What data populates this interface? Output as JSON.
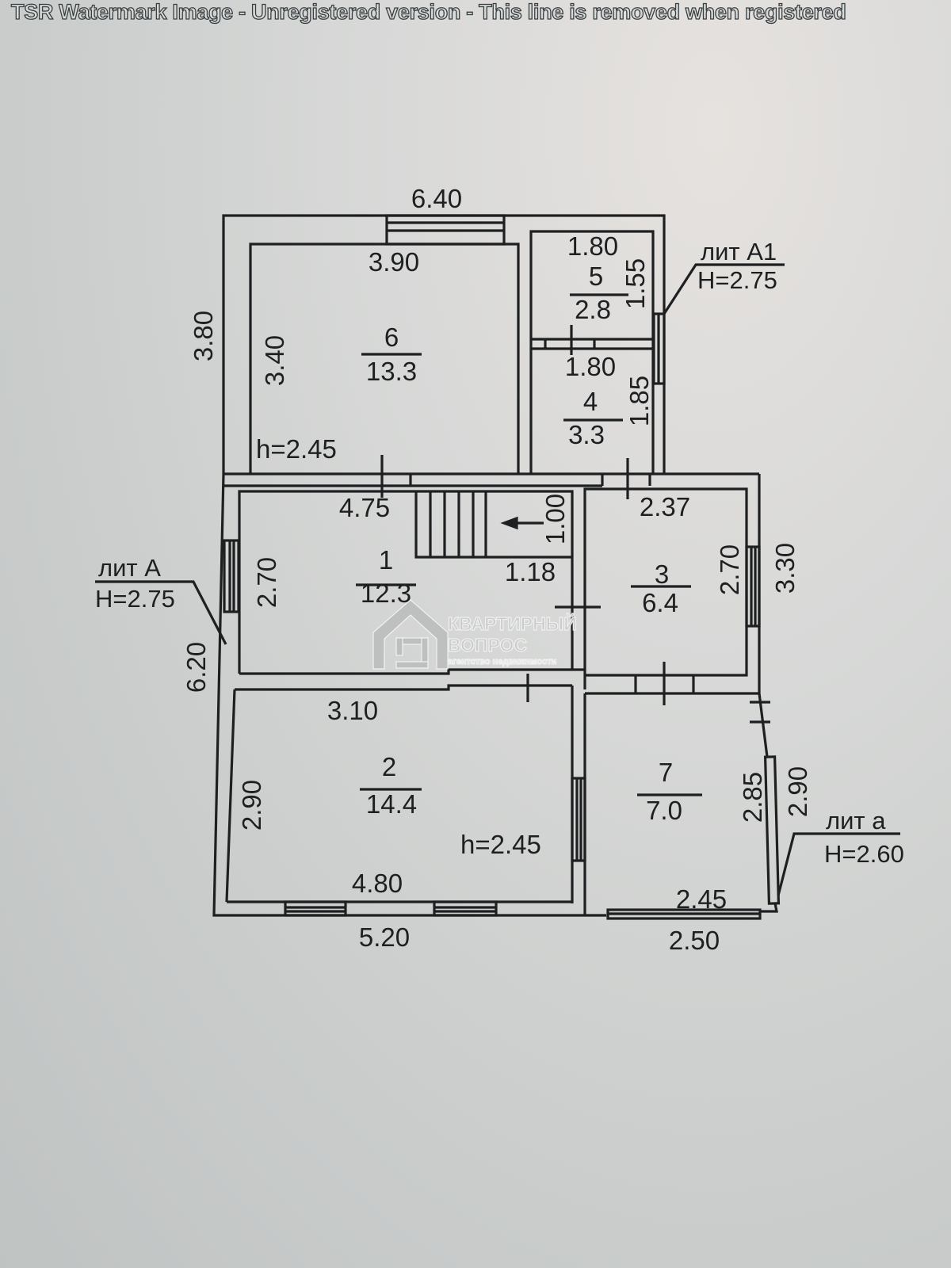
{
  "watermark_banner": "TSR Watermark Image - Unregistered version - This line is removed when registered",
  "logo": {
    "line1": "КВАРТИРНЫЙ",
    "line2": "ВОПРОС",
    "line3": "агентство недвижимости"
  },
  "outer_dimensions": {
    "top_width": "6.40",
    "left_a1_height": "3.80",
    "left_a_height": "6.20",
    "bottom_a_width": "5.20",
    "bottom_a_lower_width": "2.50",
    "right_a_height": "3.30",
    "right_small_a_height": "2.90"
  },
  "building_labels": [
    {
      "name": "лит A1",
      "height": "H=2.75"
    },
    {
      "name": "лит A",
      "height": "H=2.75"
    },
    {
      "name": "лит а",
      "height": "H=2.60"
    }
  ],
  "rooms": [
    {
      "number": "6",
      "area": "13.3",
      "dims": [
        "3.90",
        "3.40"
      ],
      "ceiling": "h=2.45"
    },
    {
      "number": "5",
      "area": "2.8",
      "dims": [
        "1.80",
        "1.55"
      ]
    },
    {
      "number": "4",
      "area": "3.3",
      "dims": [
        "1.80",
        "1.85"
      ]
    },
    {
      "number": "1",
      "area": "12.3",
      "dims": [
        "4.75",
        "2.70"
      ],
      "stair_dims": [
        "1.00",
        "1.18"
      ]
    },
    {
      "number": "3",
      "area": "6.4",
      "dims": [
        "2.37",
        "2.70"
      ]
    },
    {
      "number": "2",
      "area": "14.4",
      "dims": [
        "3.10",
        "2.90",
        "4.80"
      ],
      "ceiling": "h=2.45"
    },
    {
      "number": "7",
      "area": "7.0",
      "dims": [
        "2.85",
        "2.45"
      ]
    }
  ],
  "colors": {
    "ink": "#1d1f20",
    "paper": "#d2d4d3"
  }
}
